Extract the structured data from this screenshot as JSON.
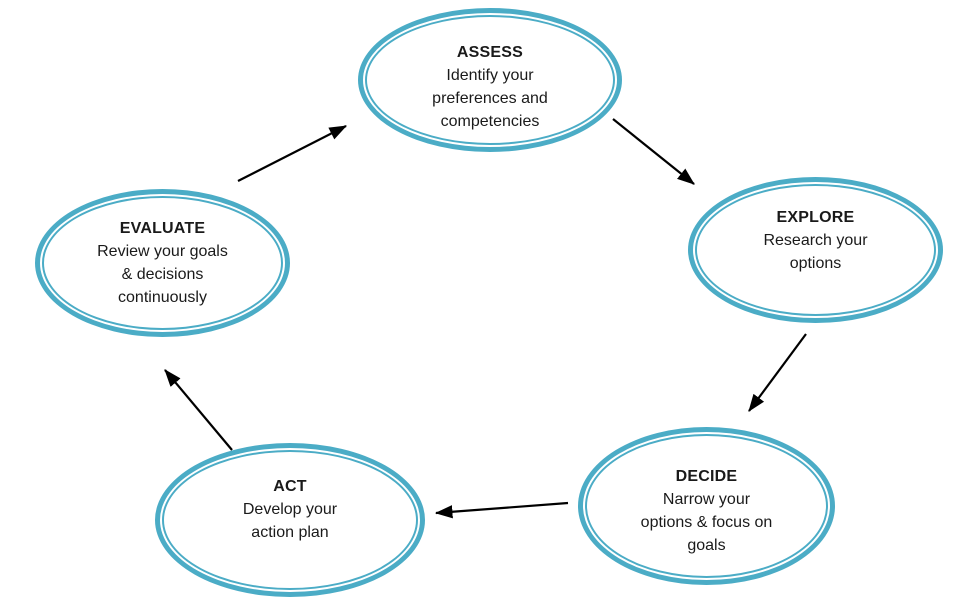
{
  "diagram": {
    "type": "cycle",
    "accent_color": "#4BACC6",
    "arrow_color": "#000000",
    "background_color": "#FFFFFF",
    "nodes": [
      {
        "id": "assess",
        "title": "ASSESS",
        "description": "Identify your\npreferences and\ncompetencies"
      },
      {
        "id": "explore",
        "title": "EXPLORE",
        "description": "Research your\noptions"
      },
      {
        "id": "decide",
        "title": "DECIDE",
        "description": "Narrow your\noptions & focus on\ngoals"
      },
      {
        "id": "act",
        "title": "ACT",
        "description": "Develop your\naction plan"
      },
      {
        "id": "evaluate",
        "title": "EVALUATE",
        "description": "Review your goals\n& decisions\ncontinuously"
      }
    ],
    "connections": [
      {
        "from": "EVALUATE",
        "to": "ASSESS"
      },
      {
        "from": "ASSESS",
        "to": "EXPLORE"
      },
      {
        "from": "EXPLORE",
        "to": "DECIDE"
      },
      {
        "from": "DECIDE",
        "to": "ACT"
      },
      {
        "from": "ACT",
        "to": "EVALUATE"
      }
    ]
  }
}
